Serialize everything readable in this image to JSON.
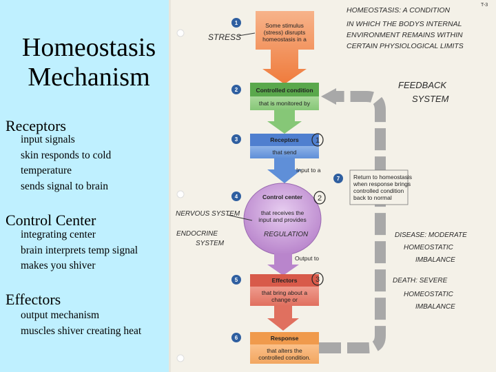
{
  "slide": {
    "title_line1": "Homeostasis",
    "title_line2": "Mechanism",
    "sections": [
      {
        "heading": "Receptors",
        "items": [
          "input signals",
          "skin responds to cold",
          "temperature",
          "sends signal to brain"
        ]
      },
      {
        "heading": "Control Center",
        "items": [
          "integrating center",
          "brain interprets temp signal",
          "makes you shiver"
        ]
      },
      {
        "heading": "Effectors",
        "items": [
          "output mechanism",
          "muscles shiver creating heat"
        ]
      }
    ]
  },
  "figure": {
    "page_label": "T-3",
    "definition": [
      "HOMEOSTASIS: A CONDITION",
      "IN WHICH THE BODYS INTERNAL",
      "ENVIRONMENT REMAINS WITHIN",
      "CERTAIN PHYSIOLOGICAL LIMITS"
    ],
    "stress_label": "STRESS",
    "feedback_label": [
      "FEEDBACK",
      "SYSTEM"
    ],
    "nervous_label": "NERVOUS SYSTEM",
    "endocrine_label": [
      "ENDOCRINE",
      "SYSTEM"
    ],
    "regulation_label": "REGULATION",
    "disease_label": [
      "DISEASE: MODERATE",
      "HOMEOSTATIC",
      "IMBALANCE"
    ],
    "death_label": [
      "DEATH: SEVERE",
      "HOMEOSTATIC",
      "IMBALANCE"
    ],
    "steps": [
      {
        "num": "1",
        "lines": [
          "Some stimulus",
          "(stress) disrupts",
          "homeostasis in a"
        ]
      },
      {
        "num": "2",
        "title": "Controlled condition",
        "sub": "that is monitored by"
      },
      {
        "num": "3",
        "title": "Receptors",
        "sub": "that send"
      },
      {
        "num": "4",
        "title": "Control center",
        "sub": [
          "that receives the",
          "input and provides"
        ]
      },
      {
        "num": "5",
        "title": "Effectors",
        "sub": [
          "that bring about a",
          "change or"
        ]
      },
      {
        "num": "6",
        "title": "Response",
        "sub": [
          "that alters the",
          "controlled condition."
        ]
      },
      {
        "num": "7",
        "lines": [
          "Return to homeostasis",
          "when response brings",
          "controlled condition",
          "back to normal"
        ]
      }
    ],
    "input_label": "Input to a",
    "output_label": "Output to",
    "circled_1": "1",
    "circled_2": "2",
    "circled_3": "3"
  }
}
